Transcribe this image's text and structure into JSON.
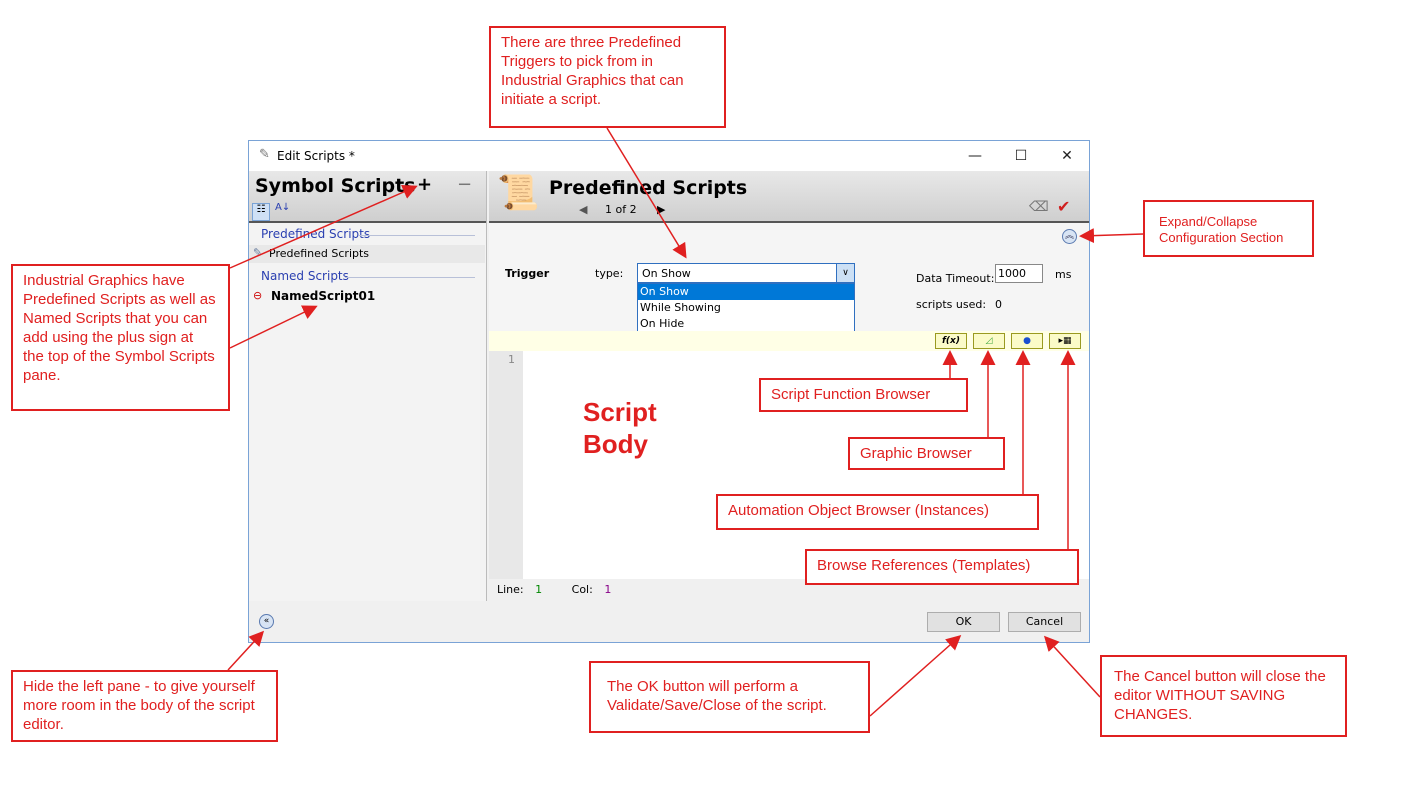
{
  "window": {
    "title": "Edit Scripts *",
    "minimize": "—",
    "maximize": "☐",
    "close": "✕"
  },
  "left_pane": {
    "title": "Symbol Scripts",
    "add": "+",
    "remove": "−",
    "sections": [
      {
        "label": "Predefined Scripts",
        "items": [
          "Predefined Scripts"
        ]
      },
      {
        "label": "Named Scripts",
        "items": [
          "NamedScript01"
        ]
      }
    ],
    "collapse_icon": "«"
  },
  "right_pane": {
    "title": "Predefined Scripts",
    "pager": "1 of 2",
    "trigger_label": "Trigger",
    "type_label": "type:",
    "type_value": "On Show",
    "type_options": [
      "On Show",
      "While Showing",
      "On Hide"
    ],
    "data_timeout_label": "Data Timeout:",
    "data_timeout_value": "1000",
    "ms": "ms",
    "scripts_used_label": "scripts used:",
    "scripts_used_value": "0",
    "line_number": "1",
    "line_label": "Line:",
    "line_value": "1",
    "col_label": "Col:",
    "col_value": "1"
  },
  "footer": {
    "ok": "OK",
    "cancel": "Cancel"
  },
  "annotations": {
    "triggers": "There are three Predefined Triggers to pick from in Industrial Graphics that can initiate a script.",
    "expand": "Expand/Collapse Configuration Section",
    "left": "Industrial Graphics have Predefined Scripts as well as Named Scripts that you can add using the plus sign at the top of the Symbol Scripts pane.",
    "script_body": "Script Body",
    "func": "Script Function Browser",
    "graphic": "Graphic Browser",
    "automation": "Automation Object Browser (Instances)",
    "refs": "Browse References (Templates)",
    "hide": "Hide the left pane - to give yourself more room in the body of the script editor.",
    "ok": "The OK button will perform a Validate/Save/Close of the script.",
    "cancel": "The Cancel button will close the editor WITHOUT SAVING CHANGES."
  },
  "colors": {
    "annotation": "#e02020",
    "selection": "#0078d7"
  }
}
